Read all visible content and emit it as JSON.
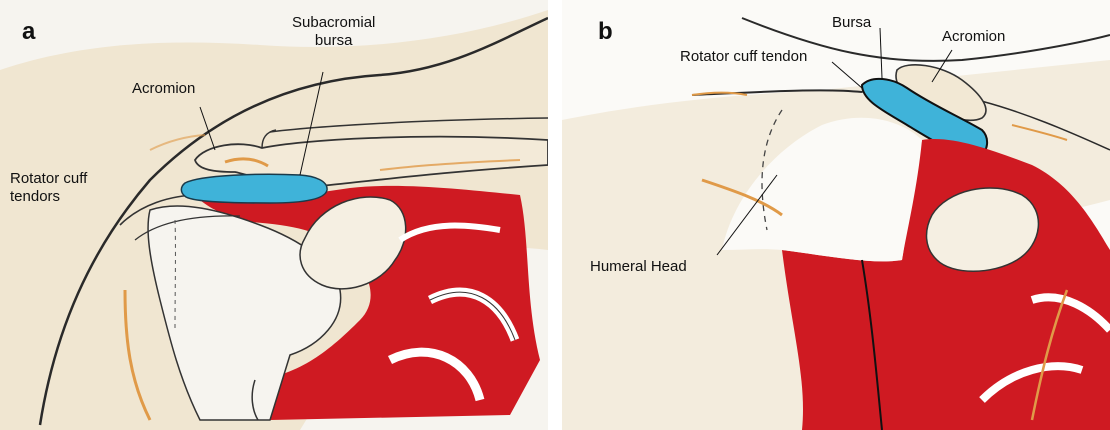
{
  "panels": [
    {
      "letter": "a",
      "labels": {
        "bursa": "Subacromial\nbursa",
        "acromion": "Acromion",
        "rotator_cuff": "Rotator cuff\ntendors"
      }
    },
    {
      "letter": "b",
      "labels": {
        "bursa": "Bursa",
        "acromion": "Acromion",
        "rotator_cuff": "Rotator cuff tendon",
        "humeral_head": "Humeral Head"
      }
    }
  ],
  "colors": {
    "paper": "#f7f4ee",
    "skin": "#efe2c8",
    "muscle": "#cf1a22",
    "bursa": "#3fb3d9",
    "ink": "#2a2a2a",
    "accent_orange": "#e29a4a"
  }
}
